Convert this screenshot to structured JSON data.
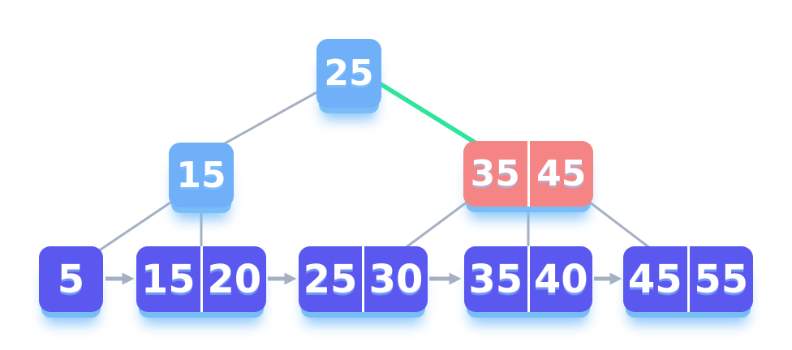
{
  "diagram": {
    "kind": "b-plus-tree",
    "nodes": {
      "root": {
        "keys": [
          "25"
        ],
        "variant": "internal-blue"
      },
      "internal_left": {
        "keys": [
          "15"
        ],
        "variant": "internal-blue"
      },
      "internal_right": {
        "keys": [
          "35",
          "45"
        ],
        "variant": "highlighted-red"
      },
      "leaf_1": {
        "keys": [
          "5"
        ],
        "variant": "leaf-purple"
      },
      "leaf_2": {
        "keys": [
          "15",
          "20"
        ],
        "variant": "leaf-purple"
      },
      "leaf_3": {
        "keys": [
          "25",
          "30"
        ],
        "variant": "leaf-purple"
      },
      "leaf_4": {
        "keys": [
          "35",
          "40"
        ],
        "variant": "leaf-purple"
      },
      "leaf_5": {
        "keys": [
          "45",
          "55"
        ],
        "variant": "leaf-purple"
      }
    },
    "edges": [
      {
        "from": "root",
        "to": "internal_left",
        "highlighted": false
      },
      {
        "from": "root",
        "to": "internal_right",
        "highlighted": true
      },
      {
        "from": "internal_left",
        "to": "leaf_1",
        "highlighted": false
      },
      {
        "from": "internal_left",
        "to": "leaf_2",
        "highlighted": false
      },
      {
        "from": "internal_right",
        "to": "leaf_3",
        "highlighted": false
      },
      {
        "from": "internal_right",
        "to": "leaf_4",
        "highlighted": false
      },
      {
        "from": "internal_right",
        "to": "leaf_5",
        "highlighted": false
      }
    ],
    "leaf_order": [
      "leaf_1",
      "leaf_2",
      "leaf_3",
      "leaf_4",
      "leaf_5"
    ],
    "colors": {
      "internal_node": "#6FB0F8",
      "leaf_node": "#5A58EF",
      "highlight_node": "#F58585",
      "highlight_edge": "#2EE59B",
      "edge": "#A5B0C2",
      "node_shadow": "#79BDF8",
      "key_text": "#FFFFFF"
    }
  }
}
